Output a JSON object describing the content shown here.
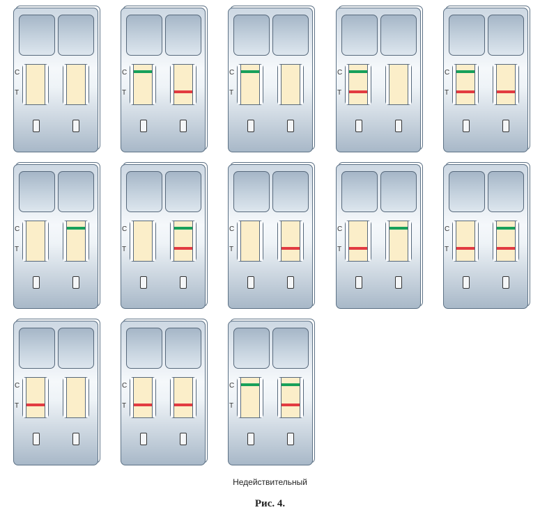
{
  "labels": {
    "control": "C",
    "test": "T"
  },
  "colors": {
    "control_line": "#17a05a",
    "test_line": "#e23b41"
  },
  "cassettes": [
    {
      "c1": false,
      "t1": false,
      "c2": false,
      "t2": false
    },
    {
      "c1": true,
      "t1": false,
      "c2": false,
      "t2": true
    },
    {
      "c1": true,
      "t1": false,
      "c2": false,
      "t2": false
    },
    {
      "c1": true,
      "t1": true,
      "c2": false,
      "t2": false
    },
    {
      "c1": true,
      "t1": true,
      "c2": false,
      "t2": true
    },
    {
      "c1": false,
      "t1": false,
      "c2": true,
      "t2": false
    },
    {
      "c1": false,
      "t1": false,
      "c2": true,
      "t2": true
    },
    {
      "c1": false,
      "t1": false,
      "c2": false,
      "t2": true
    },
    {
      "c1": false,
      "t1": true,
      "c2": true,
      "t2": false
    },
    {
      "c1": false,
      "t1": true,
      "c2": true,
      "t2": true
    },
    {
      "c1": false,
      "t1": true,
      "c2": false,
      "t2": false
    },
    {
      "c1": false,
      "t1": true,
      "c2": false,
      "t2": true
    },
    {
      "c1": true,
      "t1": false,
      "c2": true,
      "t2": true
    }
  ],
  "caption": {
    "label": "Недействительный",
    "figure": "Рис. 4."
  }
}
